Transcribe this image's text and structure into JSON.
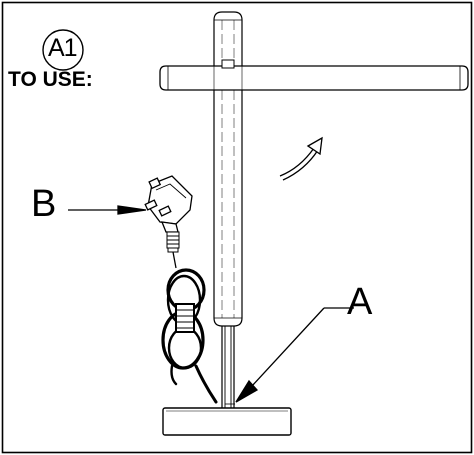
{
  "step": {
    "number": "A1",
    "heading": "TO USE:"
  },
  "callouts": {
    "a": "A",
    "b": "B"
  },
  "colors": {
    "line": "#000000",
    "background": "#ffffff"
  }
}
